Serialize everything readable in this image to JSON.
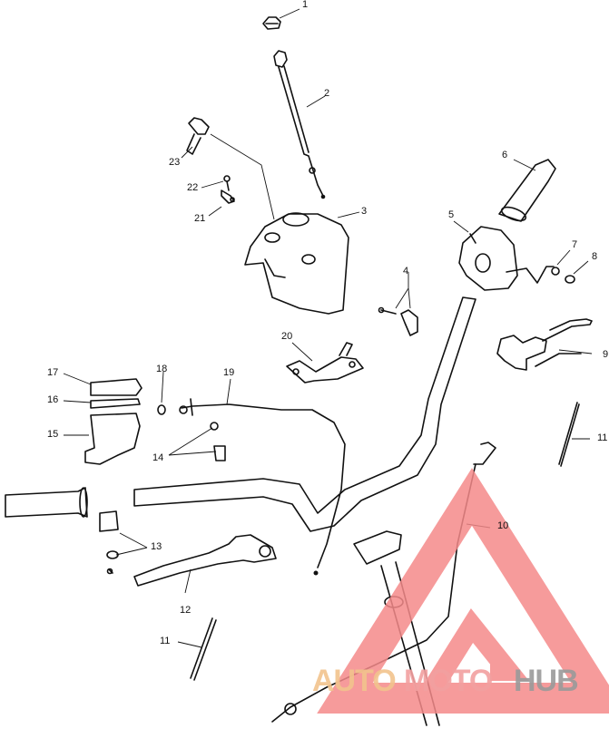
{
  "diagram": {
    "callouts": [
      {
        "id": "c1",
        "label": "1"
      },
      {
        "id": "c2",
        "label": "2"
      },
      {
        "id": "c3",
        "label": "3"
      },
      {
        "id": "c4",
        "label": "4"
      },
      {
        "id": "c5",
        "label": "5"
      },
      {
        "id": "c6",
        "label": "6"
      },
      {
        "id": "c7",
        "label": "7"
      },
      {
        "id": "c8",
        "label": "8"
      },
      {
        "id": "c9",
        "label": "9"
      },
      {
        "id": "c10",
        "label": "10"
      },
      {
        "id": "c11a",
        "label": "11"
      },
      {
        "id": "c11b",
        "label": "11"
      },
      {
        "id": "c12",
        "label": "12"
      },
      {
        "id": "c13",
        "label": "13"
      },
      {
        "id": "c14",
        "label": "14"
      },
      {
        "id": "c15",
        "label": "15"
      },
      {
        "id": "c16",
        "label": "16"
      },
      {
        "id": "c17",
        "label": "17"
      },
      {
        "id": "c18",
        "label": "18"
      },
      {
        "id": "c19",
        "label": "19"
      },
      {
        "id": "c20",
        "label": "20"
      },
      {
        "id": "c21",
        "label": "21"
      },
      {
        "id": "c22",
        "label": "22"
      },
      {
        "id": "c23",
        "label": "23"
      }
    ]
  },
  "watermark": {
    "part1": "AUTO",
    "part2": "MOTO",
    "part3": "HUB",
    "colors": {
      "auto": "#f2c48d",
      "moto": "#f2a0a0",
      "hub": "#9a9a9a",
      "triangle": "#f58a8a"
    }
  }
}
